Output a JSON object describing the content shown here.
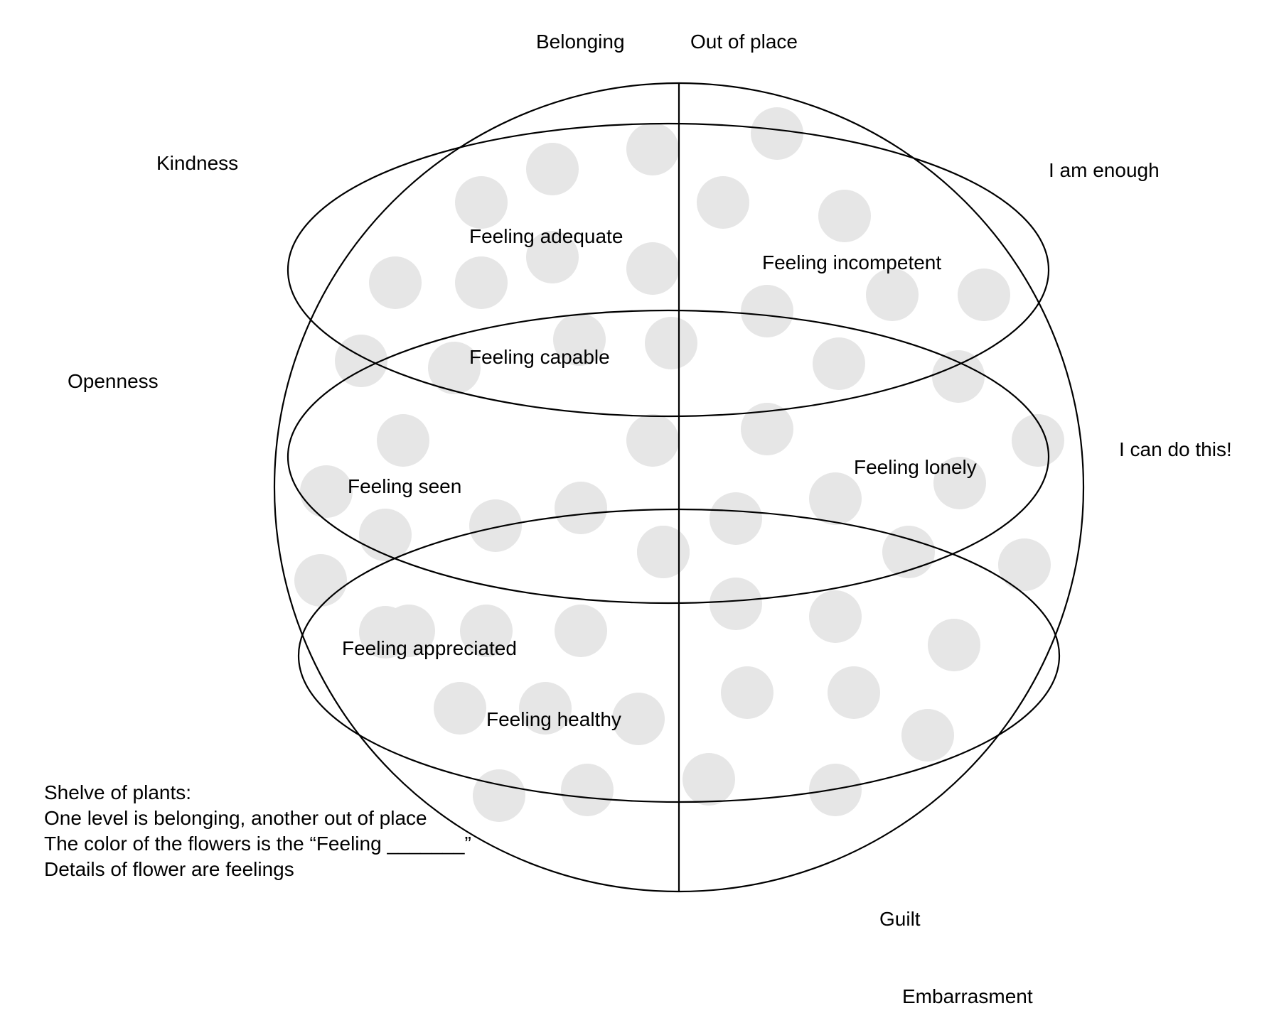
{
  "top_labels": {
    "belonging": "Belonging",
    "out_of_place": "Out of place"
  },
  "side_labels": {
    "kindness": "Kindness",
    "openness": "Openness",
    "i_am_enough": "I am enough",
    "i_can_do_this": "I can do this!",
    "guilt": "Guilt",
    "embarrasment": "Embarrasment"
  },
  "feelings": {
    "adequate": "Feeling adequate",
    "incompetent": "Feeling incompetent",
    "capable": "Feeling capable",
    "seen": "Feeling seen",
    "lonely": "Feeling lonely",
    "appreciated": "Feeling appreciated",
    "healthy": "Feeling healthy"
  },
  "notes": [
    "Shelve of plants:",
    "One level is belonging, another out of place",
    "The color of the flowers is the “Feeling _______”",
    "Details of flower are feelings"
  ],
  "colors": {
    "line": "#000000",
    "dot": "#e6e6e6"
  }
}
